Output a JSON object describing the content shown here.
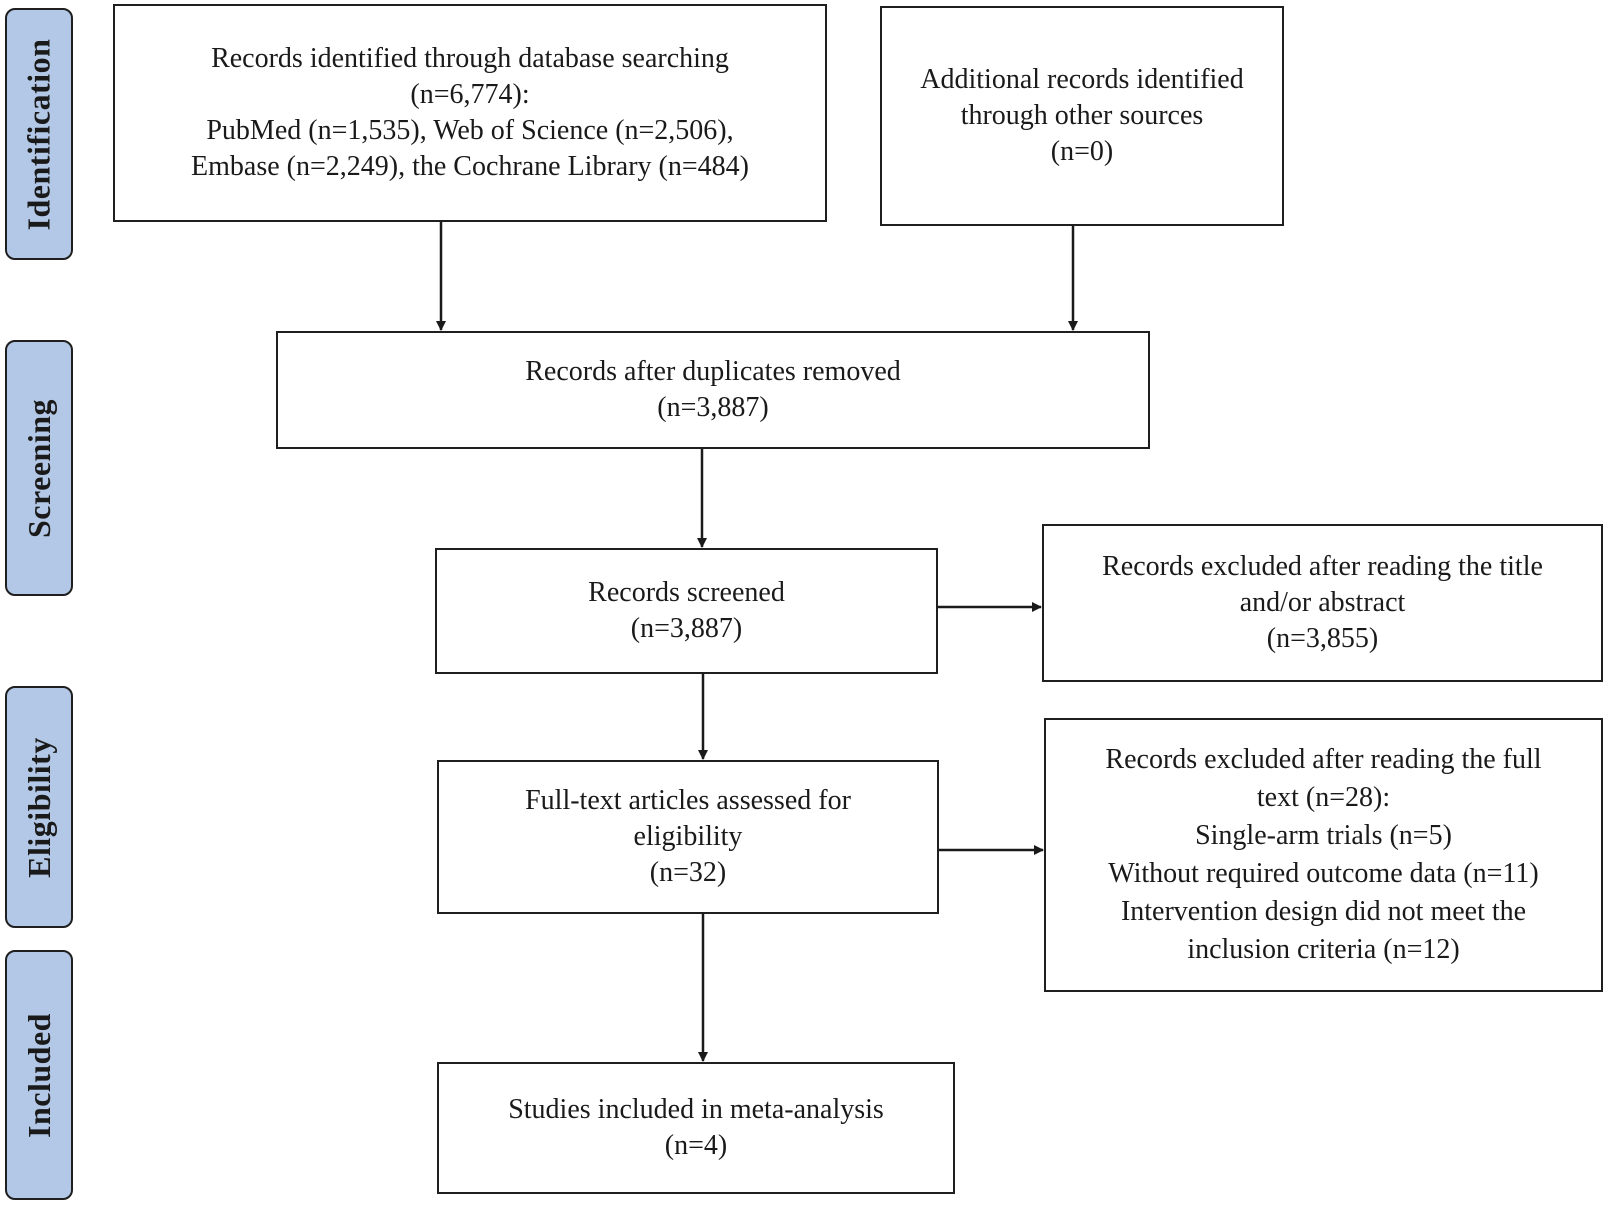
{
  "phases": {
    "identification": "Identification",
    "screening": "Screening",
    "eligibility": "Eligibility",
    "included": "Included"
  },
  "boxes": {
    "database_search": {
      "lines": [
        "Records identified through database searching",
        "(n=6,774):",
        "PubMed (n=1,535), Web of Science (n=2,506),",
        "Embase (n=2,249), the Cochrane Library (n=484)"
      ]
    },
    "other_sources": {
      "lines": [
        "Additional records identified",
        "through other sources",
        "(n=0)"
      ]
    },
    "duplicates_removed": {
      "lines": [
        "Records after duplicates removed",
        "(n=3,887)"
      ]
    },
    "screened": {
      "lines": [
        "Records screened",
        "(n=3,887)"
      ]
    },
    "excluded_title_abstract": {
      "lines": [
        "Records excluded after reading the title",
        "and/or abstract",
        "(n=3,855)"
      ]
    },
    "full_text_assessed": {
      "lines": [
        "Full-text articles assessed for",
        "eligibility",
        "(n=32)"
      ]
    },
    "excluded_full_text": {
      "lines": [
        "Records excluded after reading the full",
        "text (n=28):",
        "Single-arm trials (n=5)",
        "Without required outcome data (n=11)",
        "Intervention design did not meet the",
        "inclusion criteria (n=12)"
      ]
    },
    "included_studies": {
      "lines": [
        "Studies included in meta-analysis",
        "(n=4)"
      ]
    }
  },
  "colors": {
    "phase_fill": "#b3c8e6",
    "border": "#1f1f1f",
    "arrow": "#1a1a1a"
  }
}
